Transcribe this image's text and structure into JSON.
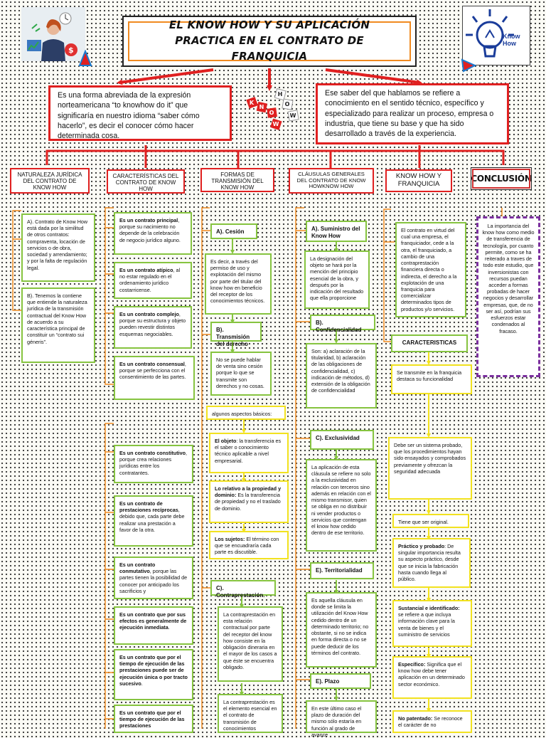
{
  "title": "EL KNOW HOW Y SU APLICACIÓN PRACTICA EN EL CONTRATO DE FRANQUICIA",
  "def_left": "Es una forma abreviada de la expresión norteamericana “to knowhow do it” que significaría en nuestro idioma “saber cómo hacerlo”, es decir el conocer cómo hacer determinada cosa.",
  "def_right": "Ese saber del que hablamos se refiere a conocimiento en el sentido técnico, específico y especializado para realizar un proceso, empresa o industria, que tiene su base y que ha sido desarrollado a través de la experiencia.",
  "dice_letters": [
    "H",
    "O",
    "W",
    "K",
    "N",
    "O",
    "W"
  ],
  "logo_text": "Know How",
  "colors": {
    "red": "#e02020",
    "green": "#86c440",
    "yellow": "#f2e21f",
    "purple": "#7b2f9e",
    "orange": "#f08a20"
  },
  "headers": {
    "c1": "NATURALEZA JURÍDICA DEL CONTRATO DE KNOW HOW",
    "c2": "CARACTERÍSTICAS DEL CONTRATO DE KNOW HOW",
    "c3": "FORMAS DE TRANSMISIÓN DEL KNOW HOW",
    "c4": "CLÁUSULAS GENERALES DEL CONTRATO DE KNOW HOWKNOW HOW",
    "c5": "KNOW HOW Y FRANQUICIA",
    "c6": "CONCLUSIÓN"
  },
  "col1": {
    "a": "A). Contrato de Know How está dada por la similitud de otros contratos: compraventa, locación de servicios o de obra, sociedad y arrendamiento; y por la falta de regulación legal.",
    "b": "B). Tenemos la contiene que entiende la naturaleza jurídica de la transmisión contractual del Know How de acuerdo a su característica principal de constituir un “contrato sui géneris”."
  },
  "col2": [
    {
      "title": "Es un contrato principal",
      "text": ", porque su nacimiento no depende de la celebración de negocio jurídico alguno."
    },
    {
      "title": "Es un contrato atípico",
      "text": ", al no estar regulado en el ordenamiento jurídico costarricense."
    },
    {
      "title": "Es un contrato complejo",
      "text": ", porque su estructura y objeto pueden revestir distintos esquemas negociables."
    },
    {
      "title": "Es un contrato consensual",
      "text": ", porque se perfecciona con el consentimiento de las partes."
    },
    {
      "title": "Es un contrato constitutivo",
      "text": ", porque crea relaciones jurídicas entre los contratantes."
    },
    {
      "title": "Es un contrato de prestaciones recíprocas",
      "text": ", debido que, cada parte debe realizar una prestación a favor de la otra."
    },
    {
      "title": "Es un contrato conmutativo",
      "text": ", porque las partes tienen la posibilidad de conocer por anticipado los sacrificios y"
    },
    {
      "title": "Es un contrato que por sus efectos es generalmente de ejecución inmediata",
      "text": "."
    },
    {
      "title": "Es un contrato que por el tiempo de ejecución de las prestaciones puede ser de ejecución única o por tracto sucesivo",
      "text": "."
    },
    {
      "title": "Es un contrato que por el tiempo de ejecución de las prestaciones",
      "text": ""
    }
  ],
  "col3": {
    "cesion_label": "A). Cesión",
    "cesion_text": "Es decir, a través del permiso de uso y explotación del mismo por parte del titular del know how en beneficio del receptor de los conocimientos técnicos.",
    "transmision_label": "B). Transmisión del derecho",
    "transmision_text": "No se puede hablar de venta sino cesión porque lo que se transmite son derechos y no cosas.",
    "aspectos": "algunos aspectos básicos:",
    "objeto_title": "El objeto",
    "objeto_text": ": la transferencia es el saber o conocimiento técnico aplicable a nivel empresarial.",
    "relativo_title": "Lo relativo a la propiedad y dominio:",
    "relativo_text": " Es la transferencia de propiedad y no el traslado de dominio.",
    "sujetos_title": "Los sujetos:",
    "sujetos_text": " El término con que se encuadraría cada parte es discutible.",
    "contraprestacion_label": "C). Contraprestación.",
    "contra_text1": "La contraprestación en esta relación contractual por parte del receptor del know how consiste en la obligación dineraria en el mayor de los casos a que éste se encuentra obligado.",
    "contra_text2": "La contraprestación es el elemento esencial en el contrato de transmisión de conocimientos"
  },
  "col4": {
    "suministro_label": "A). Suministro del Know How",
    "suministro_text": "La designación del objeto se hará por la mención del principio esencial de la obra, y después por la indicación del resultado que ella proporcione",
    "confidencialidad_label": "B). Confidencialidad",
    "confidencialidad_text": "Son: a) aclaración de la titularidad, b) aclaración de las obligaciones de confidencialidad, c) indicación de métodos, d) extensión de la obligación de confidencialidad",
    "exclusividad_label": "C). Exclusividad",
    "exclusividad_text": "La aplicación de esta cláusula se refiere no solo a la exclusividad en relación con terceros sino además en relación con el mismo transmisor, quien se obliga en no distribuir ni vender productos o servicios que contengan el know how cedido dentro de ese territorio.",
    "territorialidad_label": "E). Territorialidad",
    "territorialidad_text": "Es aquella cláusula en donde se limita la utilización del Know How cedido dentro de un determinado territorio; no obstante, si no se indica en forma directa o no se puede deducir de los términos del contrato.",
    "plazo_label": "E). Plazo",
    "plazo_text": "En este último caso el plazo de duración del mismo sólo estaría en función al grado de avance"
  },
  "col5": {
    "intro": "El contrato en virtud del cual una empresa, el franquiciador, cede a la otra, el franquiciado, a cambio de una contraprestación financiera directa o indirecta, el derecho a la explotación de una franquicia para comercializar determinados tipos de productos y/o servicios.",
    "caracteristicas": "CARACTERISTICAS",
    "funcionalidad": "Se transmite en la franquicia destaca su funcionalidad",
    "sistema": "Debe ser un sistema probado, que los procedimientos hayan sido ensayados y comprobados previamente y ofrezcan la seguridad adecuada",
    "original": "Tiene que ser original.",
    "practico_title": "Práctico y probado",
    "practico_text": ": De singular importancia resulta su aspecto práctico, desde que se inicia la fabricación hasta cuando llega al público.",
    "sustancial_title": "Sustancial e identificado:",
    "sustancial_text": " se refiere a que incluya información clave para la venta de bienes y el suministro de servicios",
    "especifico_title": "Específico:",
    "especifico_text": " Significa que el know how debe tener aplicación en un determinado sector económico.",
    "patentado_title": "No patentado:",
    "patentado_text": " Se reconoce el carácter de no"
  },
  "col6": {
    "conclusion": "La importancia del know how como medio de transferencia de tecnología, por cuanto permite, como se ha reiterado a traves de todo este estudio, que inversionistas con recursos puedan acceder a formas probadas de hacer negocios y desarrollar empresas, que, de no ser así, podrían sus esfuerzos estar condenados al fracaso."
  }
}
